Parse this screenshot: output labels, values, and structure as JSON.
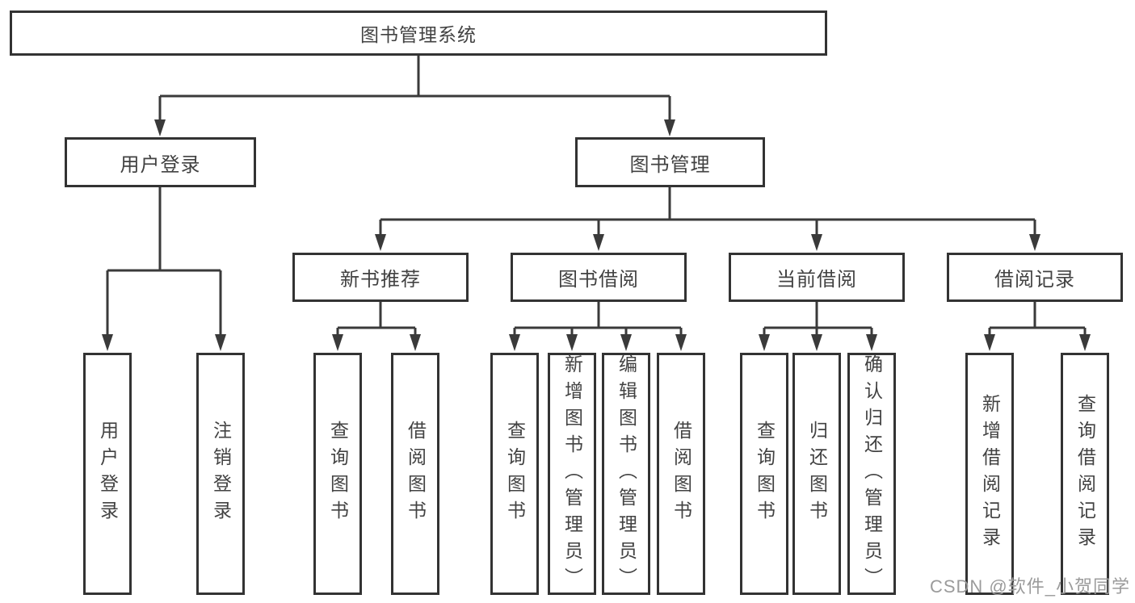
{
  "diagram": {
    "type": "hierarchy-tree",
    "watermark": "CSDN @软件_小贺同学"
  },
  "colors": {
    "background": "#ffffff",
    "box_border": "#333333",
    "connector_line": "#3a3a3a",
    "text": "#424242",
    "watermark": "#9b9b9b"
  },
  "nodes": {
    "root": "图书管理系统",
    "user_login": "用户登录",
    "book_mgmt": "图书管理",
    "new_book_rec": "新书推荐",
    "book_borrow": "图书借阅",
    "current_borrow": "当前借阅",
    "borrow_records": "借阅记录",
    "leaf_user_login": "用户登录",
    "leaf_logout": "注销登录",
    "leaf_nb_query": "查询图书",
    "leaf_nb_borrow": "借阅图书",
    "leaf_bb_query": "查询图书",
    "leaf_bb_add": "新增图书（管理员）",
    "leaf_bb_edit": "编辑图书（管理员）",
    "leaf_bb_borrow": "借阅图书",
    "leaf_cb_query": "查询图书",
    "leaf_cb_return": "归还图书",
    "leaf_cb_confirm": "确认归还（管理员）",
    "leaf_br_add": "新增借阅记录",
    "leaf_br_query": "查询借阅记录"
  }
}
